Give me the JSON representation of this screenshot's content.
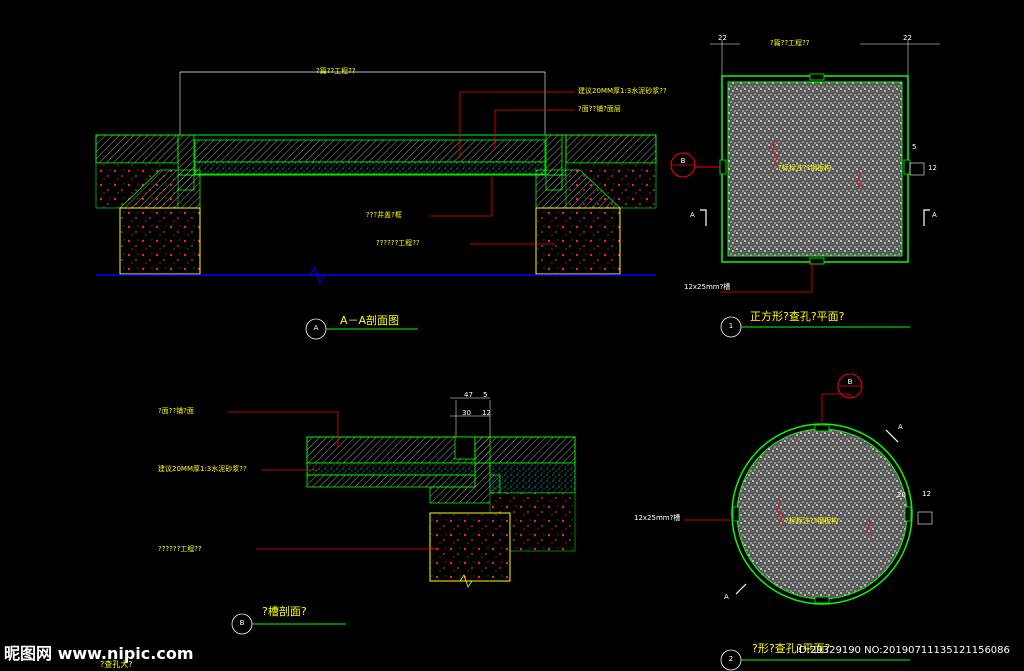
{
  "colors": {
    "background": "#000000",
    "outline": "#00ff00",
    "leader": "#ff0000",
    "text": "#ffff00",
    "ground": "#0000ff",
    "dimension": "#ffffff",
    "hatch": "#b0b0b0"
  },
  "section_aa": {
    "dim_top": "?篇??工程??",
    "labels": [
      "建议20MM厚1:3水泥砂浆??",
      "?面??铺?面层",
      "???井盖?框",
      "??????工程??"
    ],
    "title": "A－A剖面图",
    "marker": "A"
  },
  "plan_square": {
    "dim_left": "22",
    "dim_center": "?篇??工程??",
    "dim_right": "22",
    "marker_b": "B",
    "marker_a": "A",
    "side_labels": [
      "5",
      "12"
    ],
    "inner_label": "?标标注??钢板构",
    "bottom_label": "12x25mm?槽",
    "title": "正方形?查孔?平面?",
    "marker": "1"
  },
  "section_b": {
    "dims": [
      "47",
      "5",
      "30",
      "12"
    ],
    "labels": [
      "?面??铺?面",
      "建议20MM厚1:3水泥砂浆??",
      "??????工程??"
    ],
    "title": "?槽剖面?",
    "marker": "B",
    "caption": "?查孔大?"
  },
  "plan_round": {
    "marker_b": "B",
    "marker_a": "A",
    "side_label": "12",
    "dim_left": "20",
    "left_label": "12x25mm?槽",
    "inner_label": "?标标注??钢板构",
    "title": "?形?查孔?平面?",
    "marker": "2"
  },
  "watermark": {
    "brand": "昵图网 www.nipic.com",
    "id": "ID:29329190 NO:20190711135121156086"
  }
}
